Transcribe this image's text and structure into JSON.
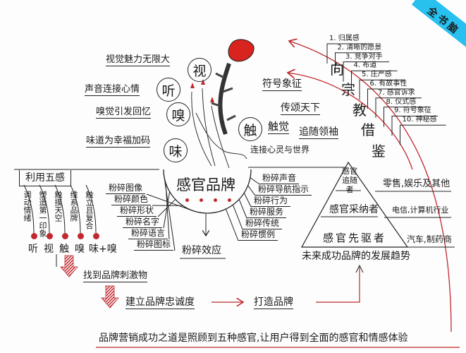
{
  "watermark": "全书脑",
  "senses": {
    "sight": {
      "char": "视",
      "text": "视觉魅力无限大"
    },
    "hearing": {
      "char": "听",
      "text": "声音连接心情"
    },
    "smell": {
      "char": "嗅",
      "text": "嗅觉引发回忆"
    },
    "taste": {
      "char": "味",
      "text": "味道为幸福加码"
    },
    "touch": {
      "char": "触",
      "text": "触觉",
      "subtext": "连接心灵与世界"
    }
  },
  "religion": {
    "title_chars": [
      "向",
      "宗",
      "教",
      "借",
      "鉴"
    ],
    "branches": [
      "符号象征",
      "传颂天下",
      "追随领袖"
    ],
    "list": [
      "1. 归属感",
      "2. 清晰的愿景",
      "3. 竞争对手",
      "4. 布道",
      "5. 庄严感",
      "6. 有故事性",
      "7. 感官诉求",
      "8. 仪式感",
      "9. 符号象征",
      "10. 神秘感"
    ]
  },
  "center": {
    "title": "感官品牌",
    "left_fan": [
      "粉碎图像",
      "粉碎颜色",
      "粉碎形状",
      "粉碎名字",
      "粉碎语言",
      "粉碎图标"
    ],
    "right_fan": [
      "粉碎声音",
      "粉碎导航指示",
      "粉碎行为",
      "粉碎服务",
      "粉碎传统",
      "粉碎惯例"
    ],
    "effect": "粉碎效应"
  },
  "five_senses": {
    "title": "利用五感",
    "items": [
      {
        "desc": "调动情绪",
        "sense": "听"
      },
      {
        "desc": "塑造第一印象",
        "sense": "视"
      },
      {
        "desc": "触摸天空",
        "sense": "触"
      },
      {
        "desc": "维系品牌",
        "sense": "嗅"
      },
      {
        "desc": "触立且复合",
        "sense": "味+嗅"
      }
    ]
  },
  "pyramid": {
    "tiers": [
      {
        "name": "感官追随者",
        "industry": "零售,娱乐及其他"
      },
      {
        "name": "感官采纳者",
        "industry": "电信,计算机行业"
      },
      {
        "name": "感官先驱者",
        "industry": "汽车,制药商"
      }
    ],
    "caption": "未来成功品牌的发展趋势"
  },
  "flow": {
    "step1": "找到品牌刺激物",
    "step2": "建立品牌忠诚度",
    "step3": "打造品牌"
  },
  "conclusion": "品牌营销成功之道是照顾到五种感官,让用户得到全面的感官和情感体验",
  "colors": {
    "accent_red": "#c0282d",
    "watermark": "#27c0ef"
  }
}
